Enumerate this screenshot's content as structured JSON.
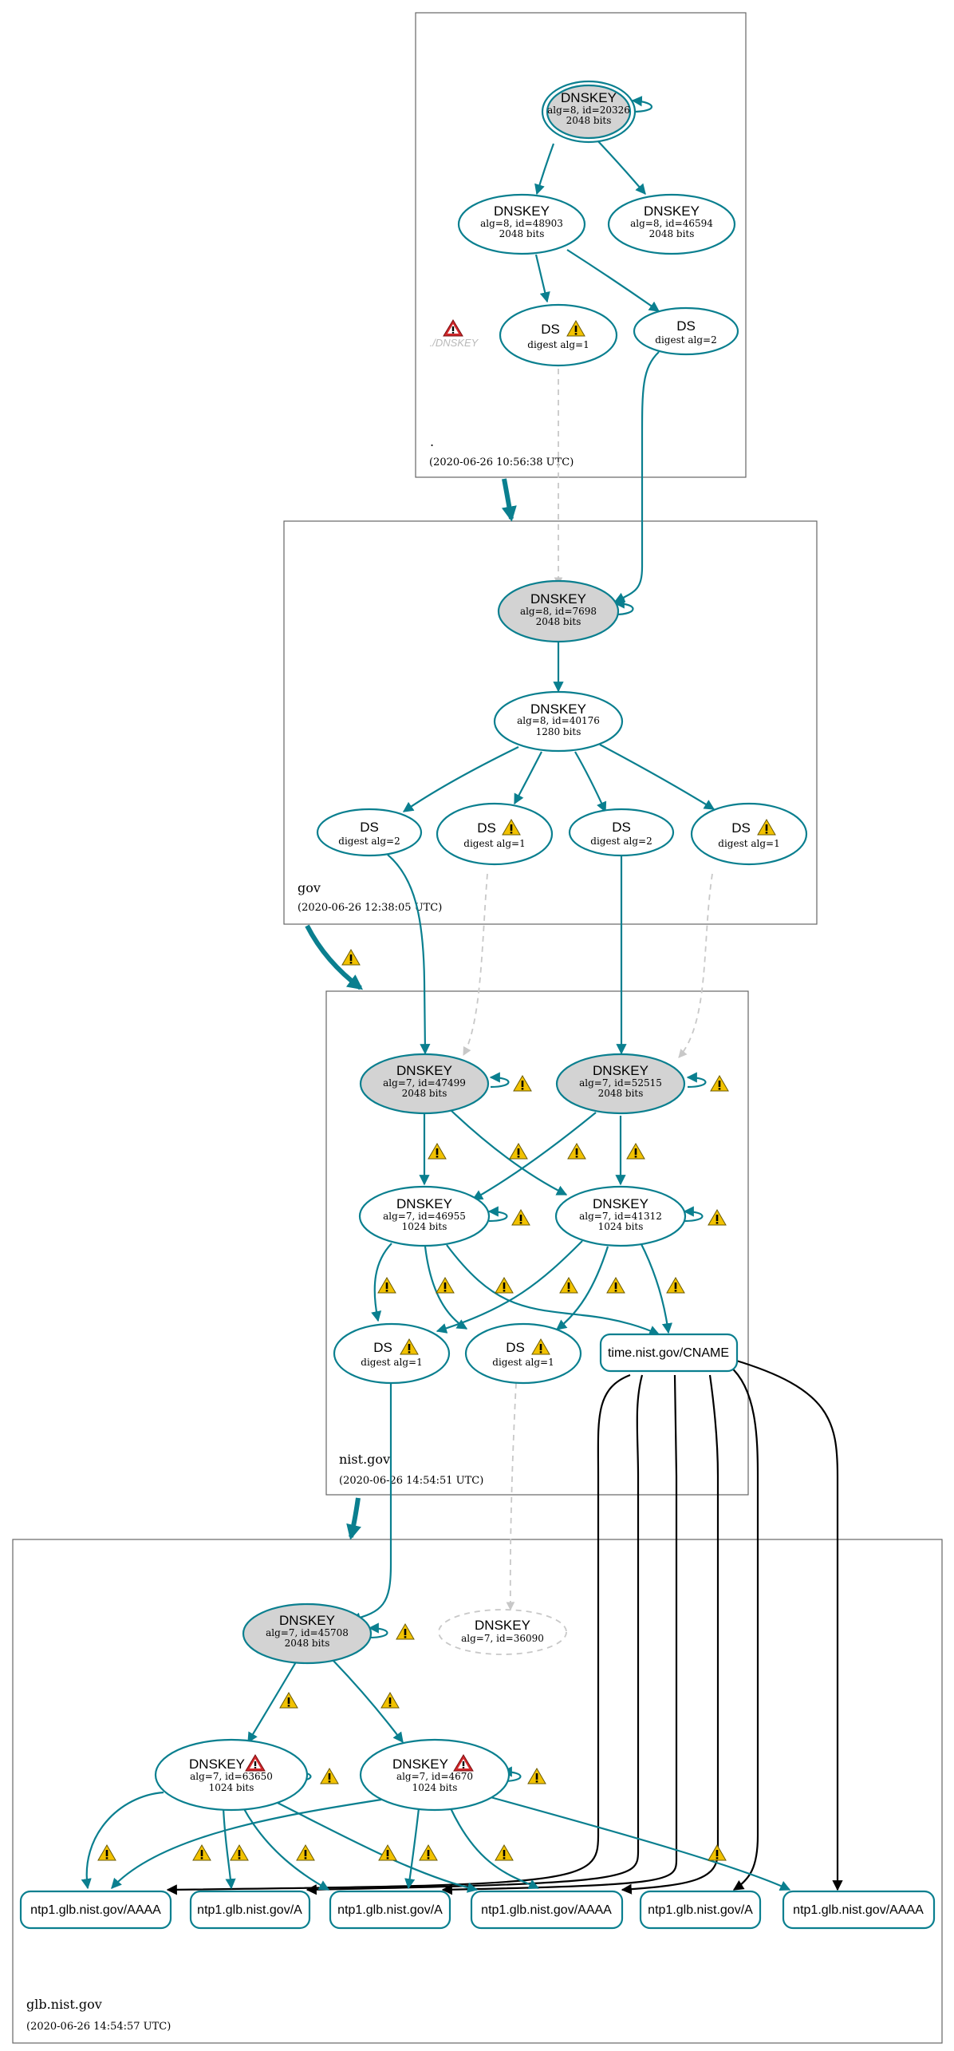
{
  "colors": {
    "valid": "#0a7f8f",
    "cname_edge": "#000000",
    "missing": "#c8c8c8",
    "ksk_fill": "#d3d3d3",
    "warning": "#f2c200",
    "error": "#d0282b"
  },
  "zones": [
    {
      "id": "root",
      "label": ".",
      "timestamp": "(2020-06-26 10:56:38 UTC)"
    },
    {
      "id": "gov",
      "label": "gov",
      "timestamp": "(2020-06-26 12:38:05 UTC)"
    },
    {
      "id": "nist",
      "label": "nist.gov",
      "timestamp": "(2020-06-26 14:54:51 UTC)"
    },
    {
      "id": "glb",
      "label": "glb.nist.gov",
      "timestamp": "(2020-06-26 14:54:57 UTC)"
    }
  ],
  "root_error": {
    "label": "./DNSKEY",
    "icon": "error-icon"
  },
  "nodes": {
    "root_ksk": {
      "title": "DNSKEY",
      "line1": "alg=8, id=20326",
      "line2": "2048 bits"
    },
    "root_zsk1": {
      "title": "DNSKEY",
      "line1": "alg=8, id=48903",
      "line2": "2048 bits"
    },
    "root_zsk2": {
      "title": "DNSKEY",
      "line1": "alg=8, id=46594",
      "line2": "2048 bits"
    },
    "root_ds1": {
      "title": "DS",
      "line1": "digest alg=1",
      "warning": true
    },
    "root_ds2": {
      "title": "DS",
      "line1": "digest alg=2"
    },
    "gov_ksk": {
      "title": "DNSKEY",
      "line1": "alg=8, id=7698",
      "line2": "2048 bits"
    },
    "gov_zsk": {
      "title": "DNSKEY",
      "line1": "alg=8, id=40176",
      "line2": "1280 bits"
    },
    "gov_ds1": {
      "title": "DS",
      "line1": "digest alg=2"
    },
    "gov_ds2": {
      "title": "DS",
      "line1": "digest alg=1",
      "warning": true
    },
    "gov_ds3": {
      "title": "DS",
      "line1": "digest alg=2"
    },
    "gov_ds4": {
      "title": "DS",
      "line1": "digest alg=1",
      "warning": true
    },
    "nist_ksk1": {
      "title": "DNSKEY",
      "line1": "alg=7, id=47499",
      "line2": "2048 bits"
    },
    "nist_ksk2": {
      "title": "DNSKEY",
      "line1": "alg=7, id=52515",
      "line2": "2048 bits"
    },
    "nist_zsk1": {
      "title": "DNSKEY",
      "line1": "alg=7, id=46955",
      "line2": "1024 bits"
    },
    "nist_zsk2": {
      "title": "DNSKEY",
      "line1": "alg=7, id=41312",
      "line2": "1024 bits"
    },
    "nist_ds1": {
      "title": "DS",
      "line1": "digest alg=1",
      "warning": true
    },
    "nist_ds2": {
      "title": "DS",
      "line1": "digest alg=1",
      "warning": true
    },
    "nist_cname": {
      "title": "time.nist.gov/CNAME"
    },
    "glb_ksk": {
      "title": "DNSKEY",
      "line1": "alg=7, id=45708",
      "line2": "2048 bits"
    },
    "glb_missing": {
      "title": "DNSKEY",
      "line1": "alg=7, id=36090"
    },
    "glb_zsk1": {
      "title": "DNSKEY",
      "line1": "alg=7, id=63650",
      "line2": "1024 bits",
      "error": true
    },
    "glb_zsk2": {
      "title": "DNSKEY",
      "line1": "alg=7, id=4670",
      "line2": "1024 bits",
      "error": true
    },
    "rr1": {
      "title": "ntp1.glb.nist.gov/AAAA"
    },
    "rr2": {
      "title": "ntp1.glb.nist.gov/A"
    },
    "rr3": {
      "title": "ntp1.glb.nist.gov/A"
    },
    "rr4": {
      "title": "ntp1.glb.nist.gov/AAAA"
    },
    "rr5": {
      "title": "ntp1.glb.nist.gov/A"
    },
    "rr6": {
      "title": "ntp1.glb.nist.gov/AAAA"
    }
  }
}
